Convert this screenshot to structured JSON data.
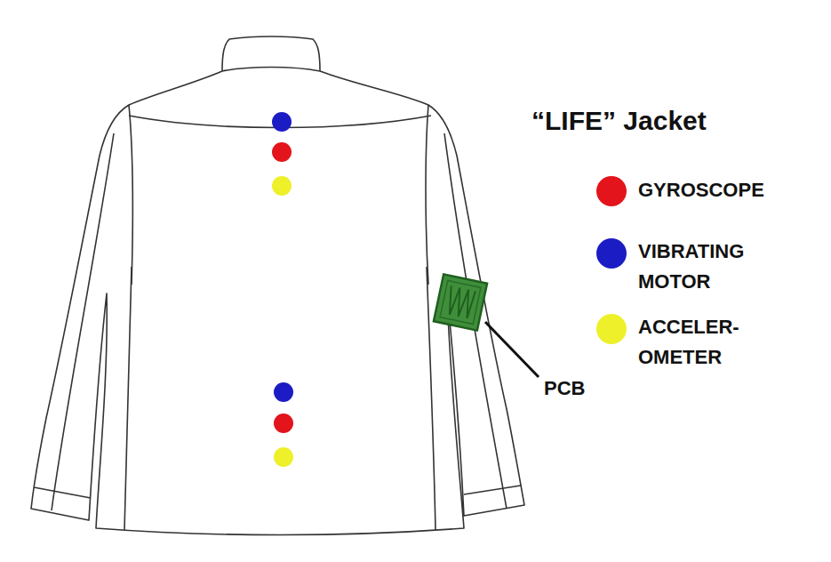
{
  "diagram": {
    "title": "“LIFE” Jacket",
    "labels": [
      "PCB"
    ],
    "legend": [
      {
        "text": "GYROSCOPE",
        "color": "#e3141b"
      },
      {
        "text": "VIBRATING MOTOR",
        "color": "#1c1cc4"
      },
      {
        "text": "ACCELER- OMETER",
        "color": "#eef02a"
      }
    ]
  }
}
